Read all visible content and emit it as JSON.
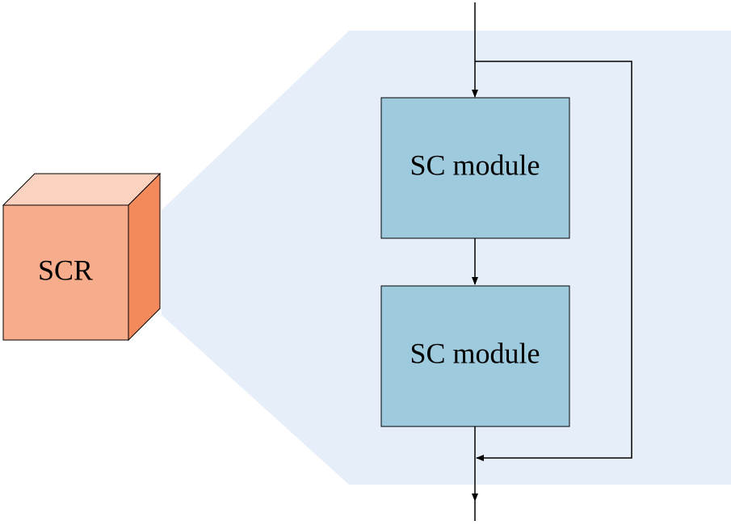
{
  "cube": {
    "label": "SCR"
  },
  "modules": [
    {
      "label": "SC module"
    },
    {
      "label": "SC module"
    }
  ],
  "colors": {
    "cube_front": "#f7ad8c",
    "cube_top": "#fbd2c0",
    "cube_side": "#f48a5c",
    "module_fill": "#9ecade",
    "panel_fill": "#e6eef9",
    "line": "#000000"
  }
}
